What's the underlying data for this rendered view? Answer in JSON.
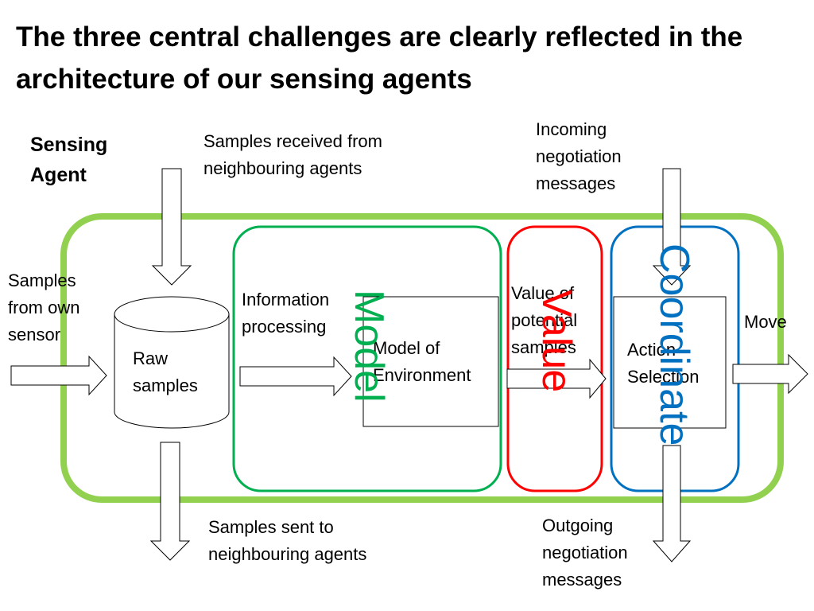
{
  "title": "The three central challenges are clearly reflected in the architecture of our sensing agents",
  "agent_label": "Sensing\nAgent",
  "inputs": {
    "samples_received": "Samples received from\nneighbouring agents",
    "incoming_negotiation": "Incoming\nnegotiation\nmessages",
    "samples_own_sensor": "Samples\nfrom own\nsensor"
  },
  "outputs": {
    "samples_sent": "Samples sent to\nneighbouring agents",
    "outgoing_negotiation": "Outgoing\nnegotiation\nmessages",
    "move": "Move"
  },
  "components": {
    "raw_samples": "Raw\nsamples",
    "information_processing": "Information\nprocessing",
    "model_of_environment": "Model of\nEnvironment",
    "value_of_samples": "Value of\npotential\nsamples",
    "action_selection": "Action\nSelection"
  },
  "challenges": {
    "model": "Model",
    "value": "Value",
    "coordinate": "Coordinate"
  },
  "colors": {
    "agent_border": "#92d050",
    "model": "#00b050",
    "value": "#ff0000",
    "coordinate": "#0070c0"
  }
}
